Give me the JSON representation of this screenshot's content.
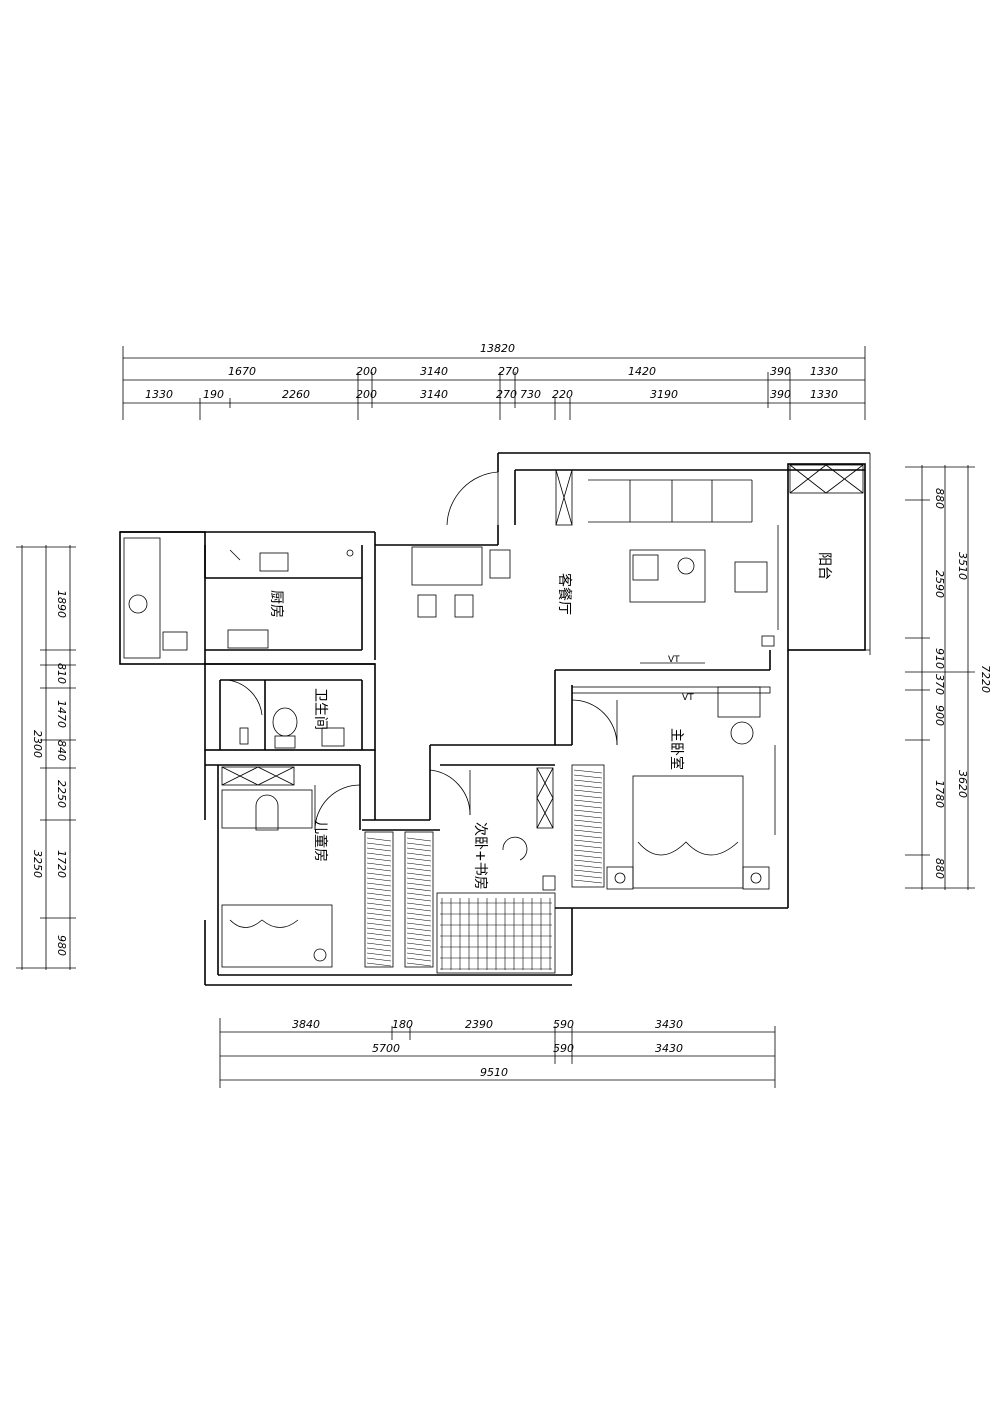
{
  "rooms": {
    "living_dining": "客餐厅",
    "balcony": "阳台",
    "kitchen": "厨房",
    "bathroom": "卫生间",
    "kids_room": "儿童房",
    "second_bedroom_study": "次卧+书房",
    "master_bedroom": "主卧室"
  },
  "dimensions": {
    "top_total": "13820",
    "top_row1": [
      "1670",
      "200",
      "3140",
      "270",
      "1420",
      "390",
      "1330"
    ],
    "top_row2": [
      "1330",
      "190",
      "2260",
      "200",
      "3140",
      "270",
      "730",
      "220",
      "3190",
      "390",
      "1330"
    ],
    "right_total": "7220",
    "right_row1": [
      "880",
      "2590",
      "910",
      "370",
      "900",
      "1780",
      "880"
    ],
    "right_row2": [
      "3510",
      "3620"
    ],
    "left_row1": [
      "1890",
      "810",
      "1470",
      "840",
      "2250",
      "1720",
      "980"
    ],
    "left_row2": [
      "2300",
      "3250"
    ],
    "bottom_row1": [
      "3840",
      "180",
      "2390",
      "590",
      "3430"
    ],
    "bottom_row2": [
      "5700",
      "590",
      "3430"
    ],
    "bottom_total": "9510"
  },
  "markers": {
    "vt1": "VT",
    "vt2": "VT"
  }
}
